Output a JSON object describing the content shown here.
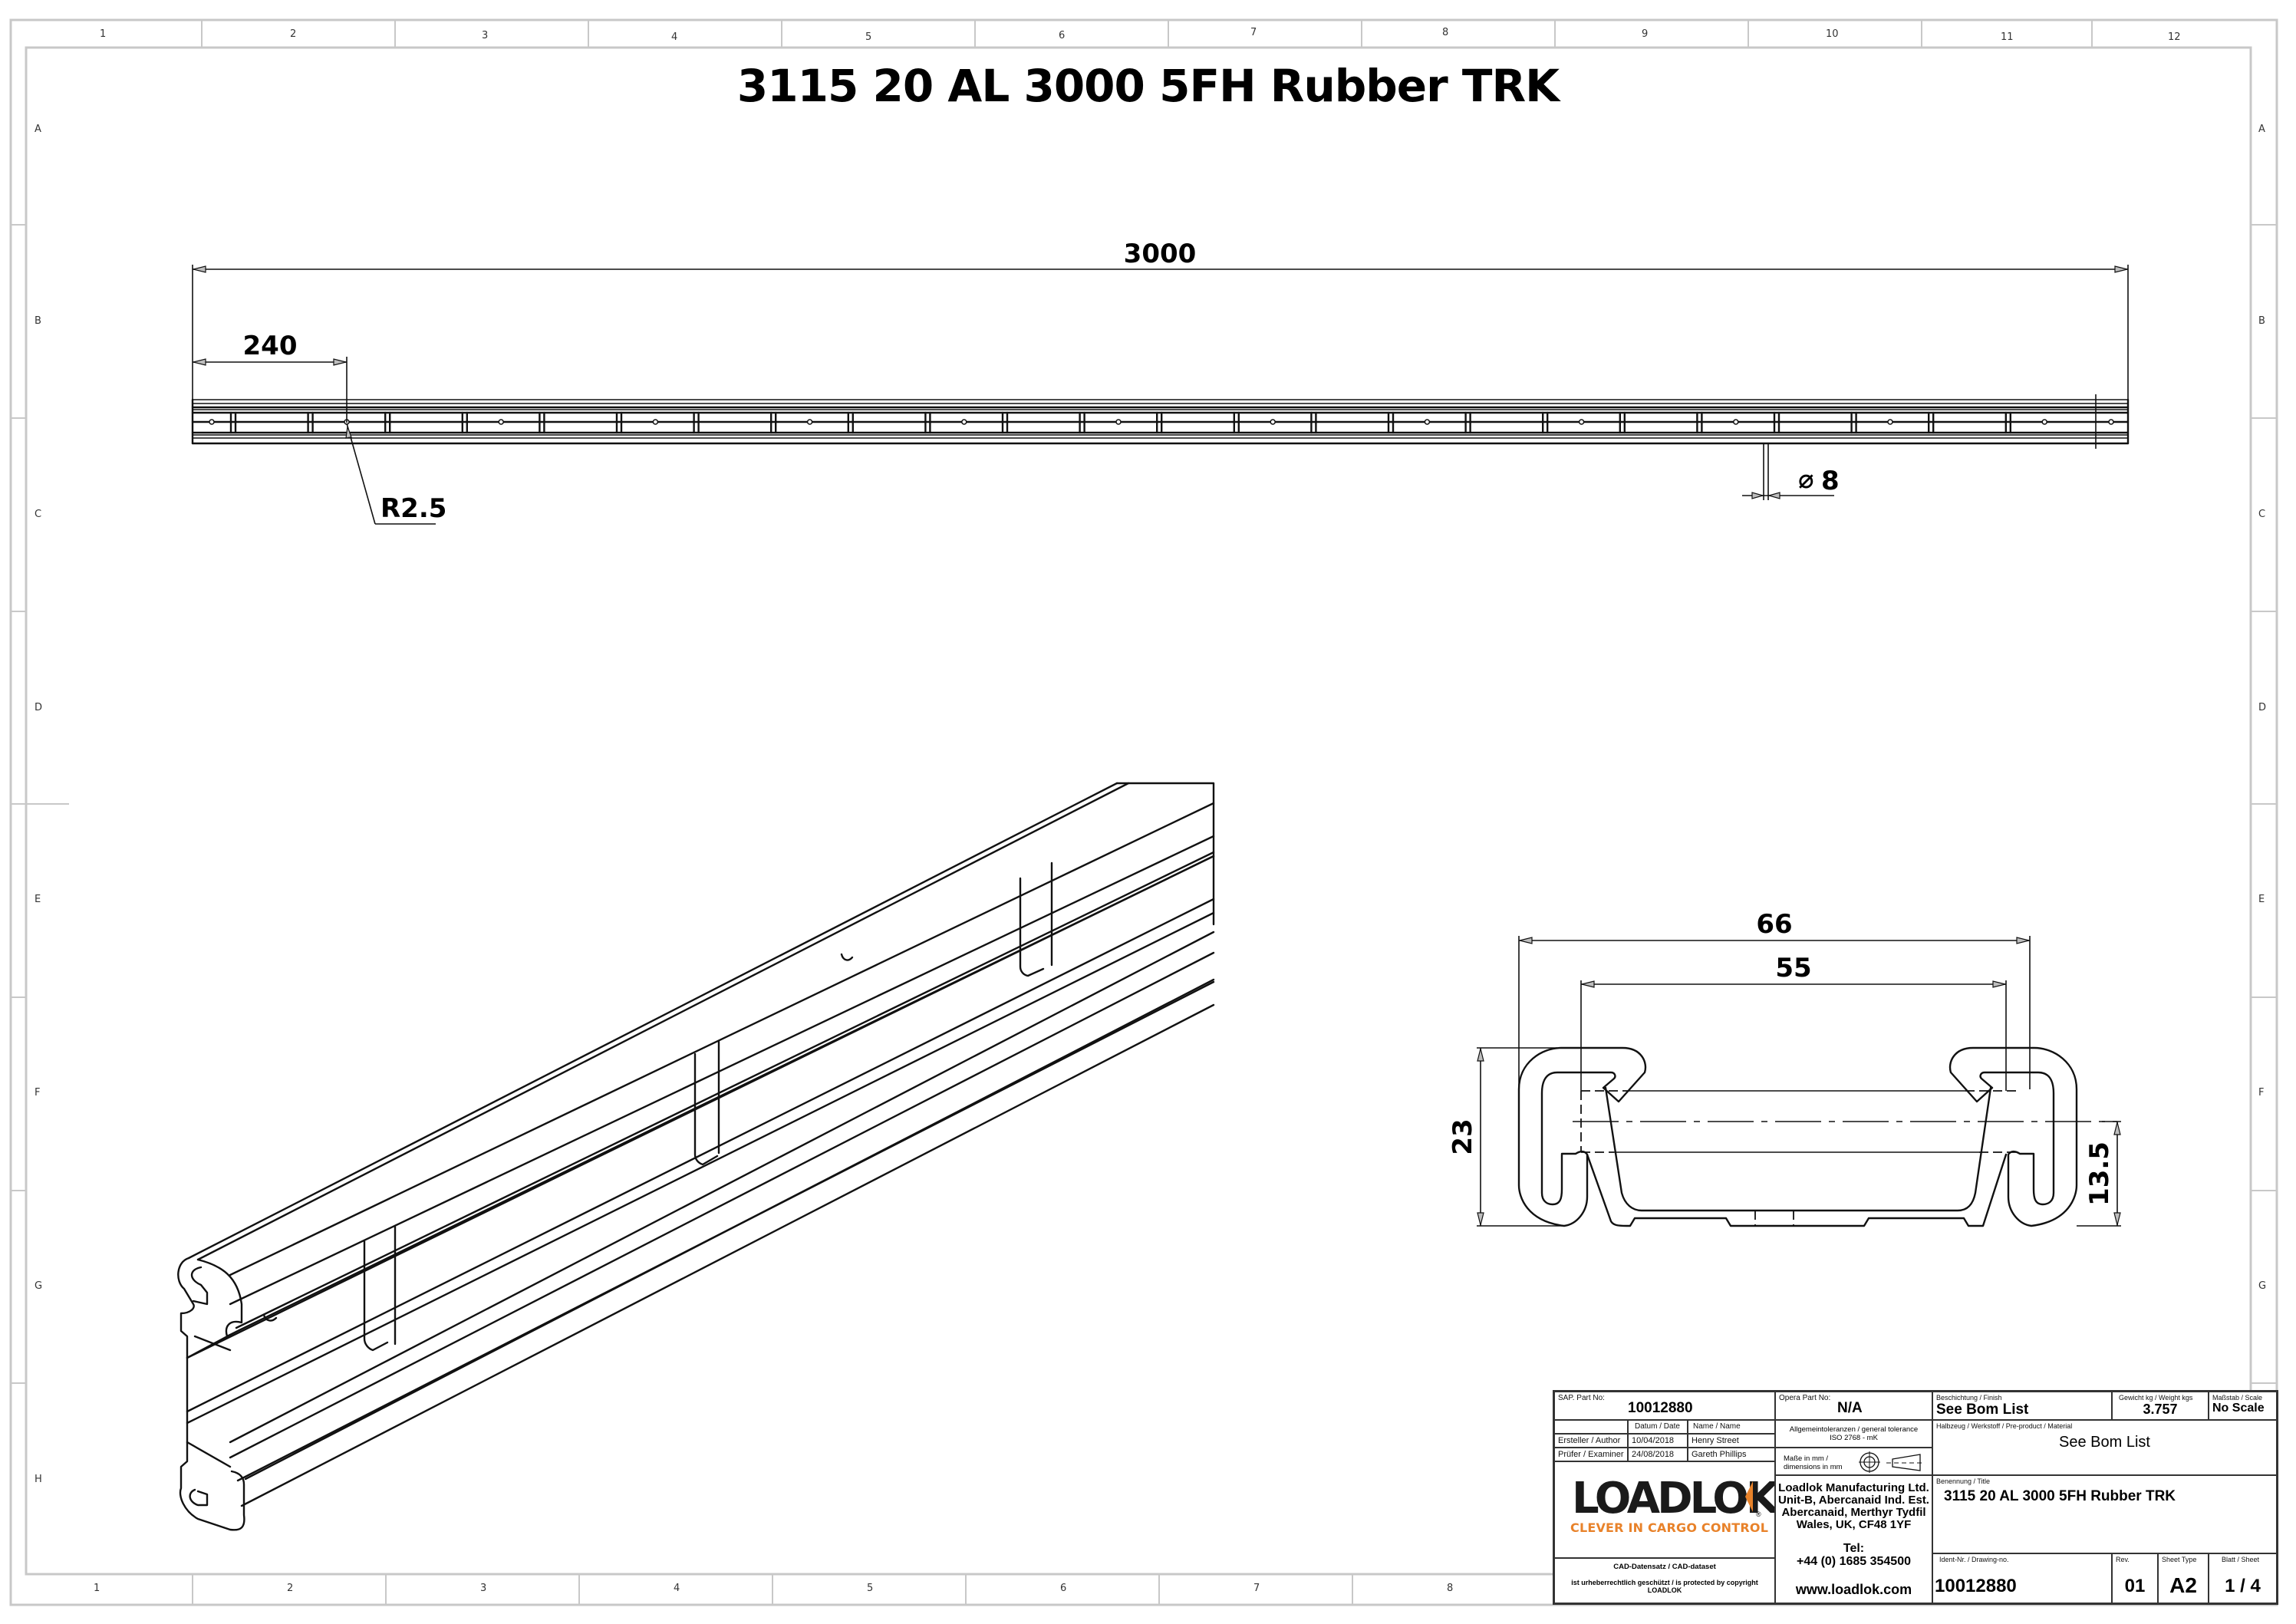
{
  "drawing": {
    "title": "3115 20 AL 3000 5FH Rubber TRK"
  },
  "frame": {
    "columns": [
      "1",
      "2",
      "3",
      "4",
      "5",
      "6",
      "7",
      "8",
      "9",
      "10",
      "11",
      "12"
    ],
    "rows": [
      "A",
      "B",
      "C",
      "D",
      "E",
      "F",
      "G",
      "H"
    ],
    "bottom_columns": [
      "1",
      "2",
      "3",
      "4",
      "5",
      "6",
      "7",
      "8"
    ]
  },
  "top_view": {
    "overall_length": "3000",
    "hole_offset": "240",
    "radius_callout": "R2.5",
    "diameter_callout": "8",
    "diameter_symbol": "⌀"
  },
  "section_view": {
    "overall_width": "66",
    "inner_width": "55",
    "height": "23",
    "centerline_height": "13.5"
  },
  "title_block": {
    "sap_part_label": "SAP. Part No:",
    "sap_part_value": "10012880",
    "opera_part_label": "Opera Part No:",
    "opera_part_value": "N/A",
    "date_header": "Datum / Date",
    "name_header": "Name / Name",
    "author_label": "Ersteller / Author",
    "author_date": "10/04/2018",
    "author_name": "Henry Street",
    "examiner_label": "Prüfer / Examiner",
    "examiner_date": "24/08/2018",
    "examiner_name": "Gareth Phillips",
    "tolerance_label": "Allgemeintoleranzen / general tolerance",
    "tolerance_value": "ISO 2768 - mK",
    "units_label": "Maße in mm / dimensions in mm",
    "logo_text": "LOADLOK",
    "logo_registered": "®",
    "logo_tagline": "CLEVER IN CARGO CONTROL",
    "company_lines": [
      "Loadlok Manufacturing Ltd.",
      "Unit-B, Abercanaid Ind. Est.",
      "Abercanaid, Merthyr Tydfil",
      "Wales, UK, CF48 1YF"
    ],
    "tel_label": "Tel:",
    "tel_value": "+44 (0) 1685 354500",
    "website": "www.loadlok.com",
    "cad_label": "CAD-Datensatz / CAD-dataset",
    "copyright_line1": "ist urheberrechtlich geschützt / is protected by copyright",
    "copyright_line2": "LOADLOK",
    "finish_label": "Beschichtung / Finish",
    "finish_value": "See Bom List",
    "weight_label": "Gewicht kg / Weight kgs",
    "weight_value": "3.757",
    "scale_label": "Maßstab / Scale",
    "scale_value": "No Scale",
    "material_label": "Halbzeug / Werkstoff / Pre-product / Material",
    "material_value": "See Bom List",
    "title_label": "Benennung / Title",
    "title_value": "3115 20 AL 3000 5FH Rubber TRK",
    "drawing_no_label": "Ident-Nr. / Drawing-no.",
    "drawing_no_value": "10012880",
    "rev_label": "Rev.",
    "rev_value": "01",
    "sheet_type_label": "Sheet Type",
    "sheet_type_value": "A2",
    "sheet_label": "Blatt / Sheet",
    "sheet_value": "1 / 4"
  },
  "colors": {
    "logo_black": "#1a1a1a",
    "logo_orange": "#e8822a",
    "frame_gray": "#c8c8c8"
  }
}
